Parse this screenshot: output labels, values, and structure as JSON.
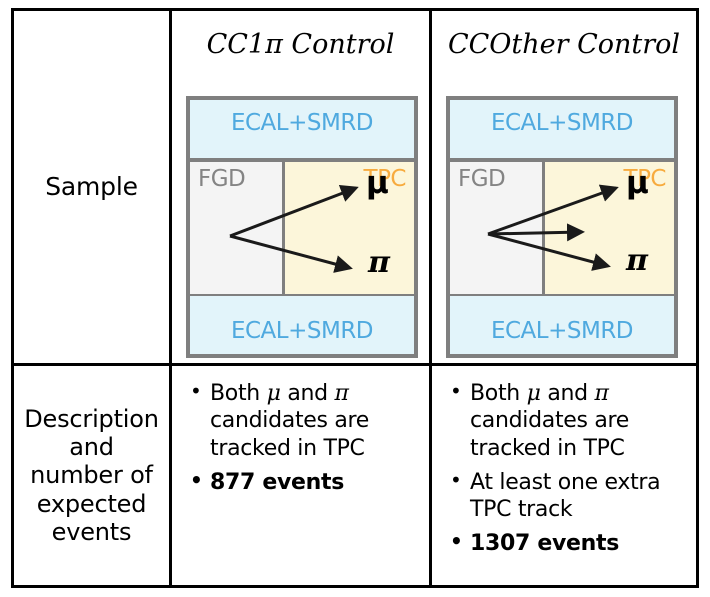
{
  "table": {
    "row_labels": {
      "sample": "Sample",
      "description": "Description and number of expected events"
    },
    "columns": [
      {
        "header": "CC1π Control",
        "diagram": {
          "top_band": "ECAL+SMRD",
          "bottom_band": "ECAL+SMRD",
          "left_region": "FGD",
          "right_region": "TPC",
          "tracks": [
            {
              "label": "μ",
              "kind": "muon"
            },
            {
              "label": "π",
              "kind": "pion"
            }
          ]
        },
        "bullets": [
          {
            "text_parts": [
              "Both ",
              "μ",
              " and ",
              "π",
              " candidates are tracked in TPC"
            ],
            "bold": false
          },
          {
            "text": "877 events",
            "bold": true
          }
        ]
      },
      {
        "header": "CCOther Control",
        "diagram": {
          "top_band": "ECAL+SMRD",
          "bottom_band": "ECAL+SMRD",
          "left_region": "FGD",
          "right_region": "TPC",
          "tracks": [
            {
              "label": "μ",
              "kind": "muon"
            },
            {
              "label": "",
              "kind": "extra"
            },
            {
              "label": "π",
              "kind": "pion"
            }
          ]
        },
        "bullets": [
          {
            "text_parts": [
              "Both ",
              "μ",
              " and ",
              "π",
              " candidates are tracked in TPC"
            ],
            "bold": false
          },
          {
            "text": "At least one extra TPC track",
            "bold": false
          },
          {
            "text": "1307 events",
            "bold": true
          }
        ]
      }
    ]
  },
  "text": {
    "both_prefix": "Both ",
    "mu": "μ",
    "and_joiner": " and ",
    "pi": "π",
    "candidates_suffix": " candidates are tracked in TPC",
    "extra_track": "At least one extra TPC track",
    "events_a": "877 events",
    "events_b": "1307 events",
    "ecal_label": "ECAL+SMRD",
    "fgd_label": "FGD",
    "tpc_label": "TPC"
  },
  "colors": {
    "ecal_fill": "#e2f4fa",
    "ecal_text": "#4fa9df",
    "tpc_fill": "#fcf6da",
    "tpc_text": "#f7ab3e",
    "fgd_fill": "#f4f4f4",
    "fgd_text": "#848484",
    "panel_border": "#7f7f7f",
    "table_border": "#000000",
    "track_color": "#1a1a1a"
  }
}
